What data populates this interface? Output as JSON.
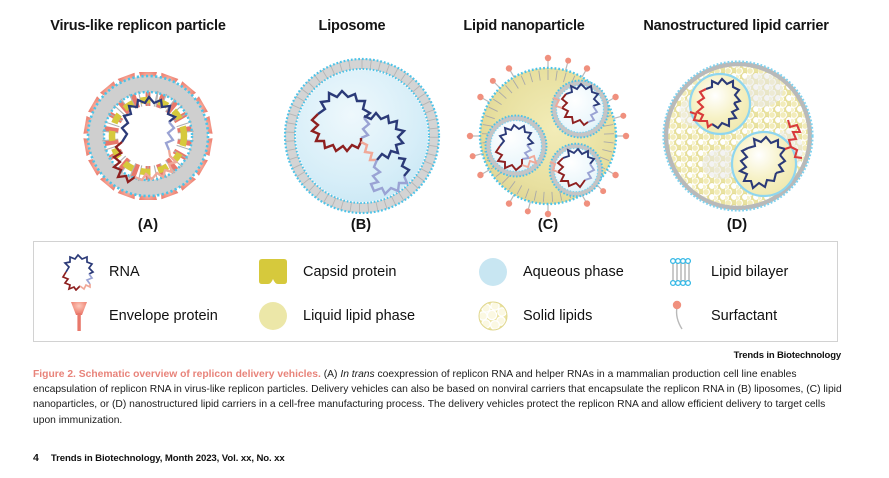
{
  "figure": {
    "panel_titles": [
      "Virus-like replicon particle",
      "Liposome",
      "Lipid nanoparticle",
      "Nanostructured lipid carrier"
    ],
    "panel_letters": [
      "(A)",
      "(B)",
      "(C)",
      "(D)"
    ],
    "attribution": "Trends in Biotechnology"
  },
  "legend": {
    "rows": [
      [
        {
          "icon": "rna-coil-icon",
          "label": "RNA"
        },
        {
          "icon": "capsid-protein-icon",
          "label": "Capsid protein"
        },
        {
          "icon": "aqueous-phase-icon",
          "label": "Aqueous phase"
        },
        {
          "icon": "lipid-bilayer-icon",
          "label": "Lipid bilayer"
        }
      ],
      [
        {
          "icon": "envelope-protein-icon",
          "label": "Envelope protein"
        },
        {
          "icon": "liquid-lipid-phase-icon",
          "label": "Liquid lipid phase"
        },
        {
          "icon": "solid-lipids-icon",
          "label": "Solid lipids"
        },
        {
          "icon": "surfactant-icon",
          "label": "Surfactant"
        }
      ]
    ]
  },
  "caption": {
    "title": "Figure 2. Schematic overview of replicon delivery vehicles.",
    "part_a_prefix": " (A) ",
    "part_a_italic": "In trans",
    "body": " coexpression of replicon RNA and helper RNAs in a mammalian production cell line enables encapsulation of replicon RNA in virus-like replicon particles. Delivery vehicles can also be based on nonviral carriers that encapsulate the replicon RNA in (B) liposomes, (C) lipid nanoparticles, or (D) nanostructured lipid carriers in a cell-free manufacturing process. The delivery vehicles protect the replicon RNA and allow efficient delivery to target cells upon immunization."
  },
  "footer": {
    "page_number": "4",
    "text": "Trends in Biotechnology, Month 2023, Vol. xx, No. xx"
  },
  "colors": {
    "caption_title": "#e8837a",
    "envelope_protein": "#ef8275",
    "capsid_protein": "#d6c93c",
    "aqueous_phase": "#c8e6f2",
    "liquid_lipid_phase": "#ece7a8",
    "solid_lipids": "#ebe3a2",
    "lipid_head": "#4cc3e8",
    "lipid_tail": "#b9b9b9",
    "rna_dark_blue": "#2b3a78",
    "rna_light_blue": "#9aa3d4",
    "rna_dark_red": "#8e2020",
    "rna_light_red": "#f0a898",
    "surfactant_head": "#f0907e",
    "legend_border": "#d2d2d2"
  }
}
